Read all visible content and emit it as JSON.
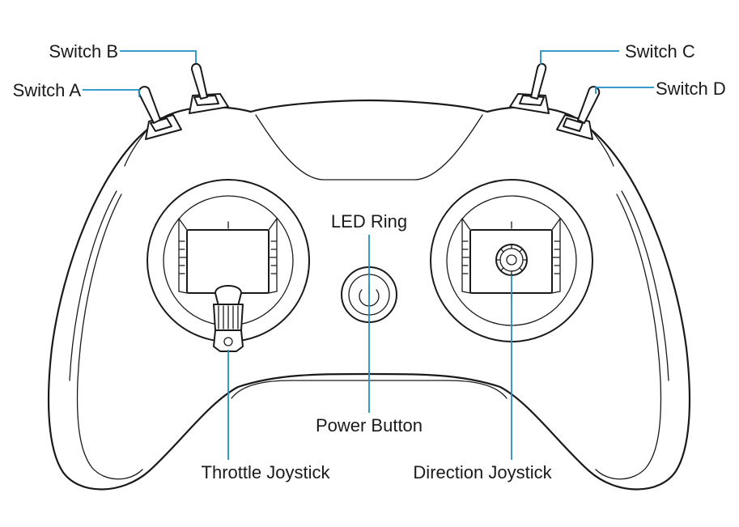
{
  "labels": {
    "switch_a": "Switch A",
    "switch_b": "Switch B",
    "switch_c": "Switch C",
    "switch_d": "Switch D",
    "led_ring": "LED Ring",
    "power_button": "Power Button",
    "throttle_joystick": "Throttle Joystick",
    "direction_joystick": "Direction Joystick"
  },
  "colors": {
    "outline": "#1a1a1a",
    "leader_line": "#1f8fc4",
    "background": "#ffffff"
  },
  "icons": {
    "power": "power-icon"
  }
}
